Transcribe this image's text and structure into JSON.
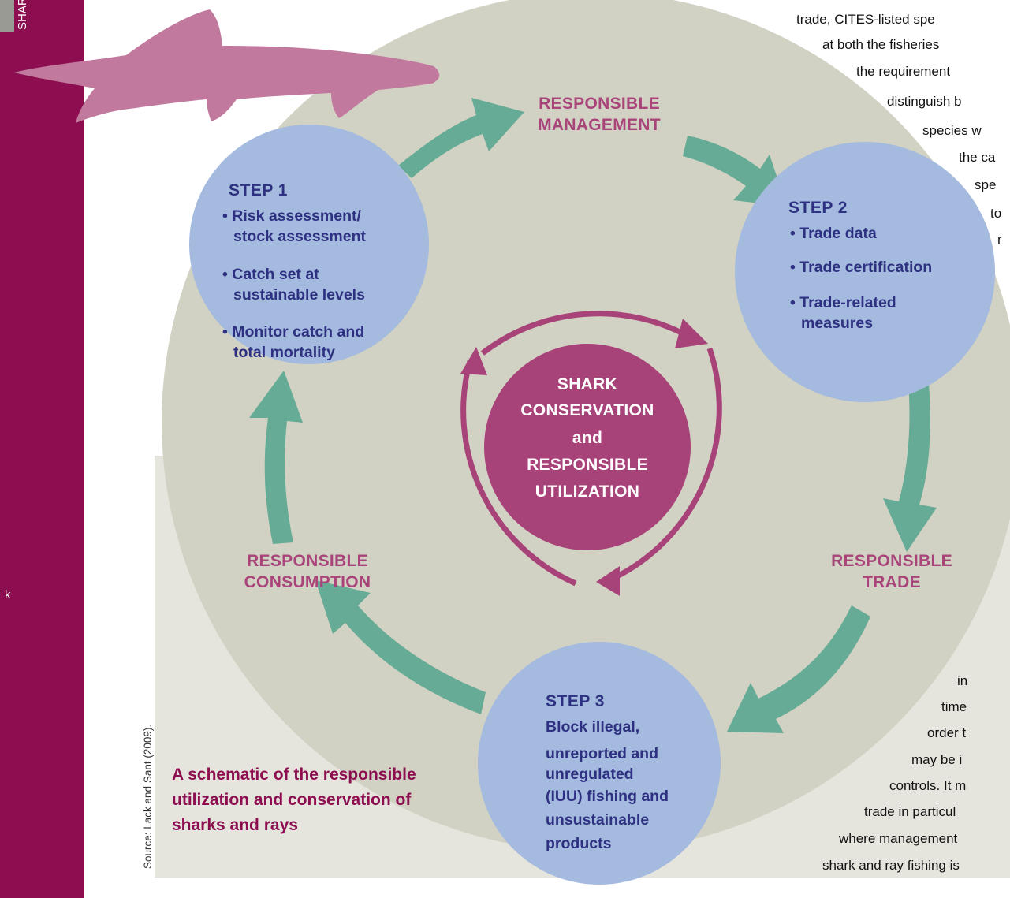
{
  "sidebar": {
    "top_label": "SHAR",
    "side_letter": "k"
  },
  "stages": {
    "management": [
      "RESPONSIBLE",
      "MANAGEMENT"
    ],
    "trade": [
      "RESPONSIBLE",
      "TRADE"
    ],
    "consumption": [
      "RESPONSIBLE",
      "CONSUMPTION"
    ]
  },
  "step1": {
    "title": "STEP 1",
    "bullets": [
      [
        "• Risk assessment/",
        "stock assessment"
      ],
      [
        "• Catch set at",
        "sustainable levels"
      ],
      [
        "• Monitor catch and",
        "total mortality"
      ]
    ]
  },
  "step2": {
    "title": "STEP 2",
    "bullets": [
      [
        "• Trade data"
      ],
      [
        "• Trade certification"
      ],
      [
        "• Trade-related",
        "measures"
      ]
    ]
  },
  "step3": {
    "title": "STEP 3",
    "lines": [
      "Block illegal,",
      "unreported and",
      "unregulated",
      "(IUU) fishing and",
      "unsustainable",
      "products"
    ]
  },
  "center": {
    "lines": [
      "SHARK",
      "CONSERVATION",
      "and",
      "RESPONSIBLE",
      "UTILIZATION"
    ]
  },
  "caption": "A schematic of the responsible utilization and conservation of sharks and rays",
  "source": "Source: Lack and Sant (2009).",
  "body_text_fragments": {
    "top": [
      "trade, CITES-listed spe",
      "at both the fisheries",
      "the requirement",
      "distinguish b",
      "species w",
      "the ca",
      "spe",
      "to",
      "r"
    ],
    "bottom": [
      "in",
      "time",
      "order t",
      "may be i",
      "controls. It m",
      "trade in particul",
      "where management",
      "shark and ray fishing is"
    ]
  },
  "colors": {
    "sidebar": "#8c0e50",
    "big_circle": "#d2d2c4",
    "step_circle": "#a4bade",
    "arrow_green": "#66ab95",
    "center": "#a8437a",
    "stage_text": "#a9447a",
    "step_text": "#2e3081",
    "shark": "#c17a9e"
  }
}
